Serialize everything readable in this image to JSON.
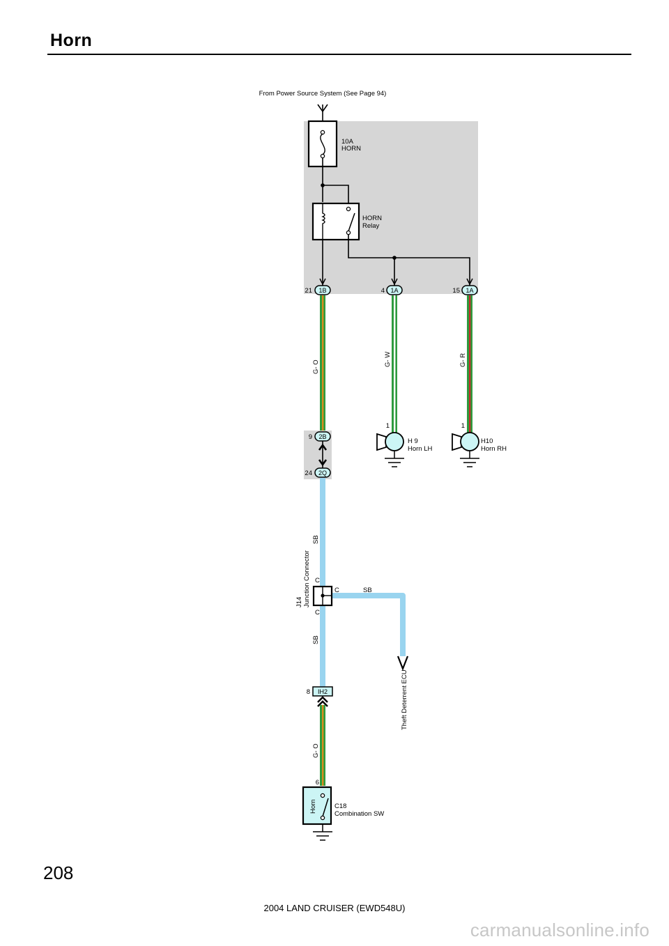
{
  "page": {
    "title": "Horn",
    "page_number": "208",
    "footer": "2004 LAND CRUISER (EWD548U)",
    "watermark": "carmanualsonline.info"
  },
  "colors": {
    "g_o": [
      "#2e9b3e",
      "#d98c1f"
    ],
    "g_w": [
      "#2e9b3e",
      "#ffffff"
    ],
    "g_r": [
      "#2e9b3e",
      "#c0302c"
    ],
    "sb": "#99d4ef",
    "junction_block": "#d6d6d6",
    "component_fill": "#ccf5f5"
  },
  "diagram": {
    "power_source": "From Power Source System (See Page 94)",
    "fuse": {
      "rating": "10A",
      "name": "HORN"
    },
    "relay": {
      "name": "HORN",
      "type": "Relay"
    },
    "connectors": [
      {
        "pin": "21",
        "code": "1B"
      },
      {
        "pin": "4",
        "code": "1A"
      },
      {
        "pin": "15",
        "code": "1A"
      },
      {
        "pin": "9",
        "code": "2B"
      },
      {
        "pin": "24",
        "code": "2Q"
      },
      {
        "pin": "8",
        "code": "IH2"
      }
    ],
    "wire_labels": {
      "g_o_top": "G- O",
      "g_w": "G- W",
      "g_r": "G- R",
      "sb_upper": "SB",
      "sb_right": "SB",
      "sb_lower": "SB",
      "g_o_bottom": "G- O"
    },
    "horn_lh": {
      "pin": "1",
      "id": "H 9",
      "name": "Horn LH"
    },
    "horn_rh": {
      "pin": "1",
      "id": "H10",
      "name": "Horn RH"
    },
    "junction": {
      "id": "J14",
      "name": "Junction Connector",
      "terminal": "C"
    },
    "theft_ecu": "Theft Deterrent ECU",
    "combination_sw": {
      "pin": "6",
      "id": "C18",
      "name": "Combination SW",
      "switch_label": "Horn"
    }
  }
}
